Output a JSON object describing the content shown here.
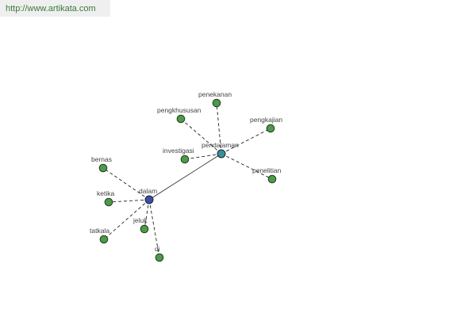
{
  "header": {
    "url_text": "http://www.artikata.com"
  },
  "colors": {
    "leaf_fill": "#4e9a4a",
    "leaf_stroke": "#1e3d1c",
    "dalam_fill": "#3b4f9c",
    "pendalaman_fill": "#3a8f96",
    "hub_stroke": "#1a2440",
    "edge": "#222222"
  },
  "graph": {
    "hubs": [
      {
        "id": "dalam",
        "label": "dalam",
        "color_key": "dalam_fill"
      },
      {
        "id": "pendalaman",
        "label": "pendalaman",
        "color_key": "pendalaman_fill"
      }
    ],
    "leaves": [
      {
        "id": "bernas",
        "label": "bernas",
        "hub": "dalam"
      },
      {
        "id": "ketika",
        "label": "ketika",
        "hub": "dalam"
      },
      {
        "id": "tatkala",
        "label": "tatkala",
        "hub": "dalam"
      },
      {
        "id": "jeluk",
        "label": "jeluk",
        "hub": "dalam"
      },
      {
        "id": "di",
        "label": "di",
        "hub": "dalam"
      },
      {
        "id": "investigasi",
        "label": "investigasi",
        "hub": "pendalaman"
      },
      {
        "id": "pengkhususan",
        "label": "pengkhususan",
        "hub": "pendalaman"
      },
      {
        "id": "penekanan",
        "label": "penekanan",
        "hub": "pendalaman"
      },
      {
        "id": "pengkajian",
        "label": "pengkajian",
        "hub": "pendalaman"
      },
      {
        "id": "penelitian",
        "label": "penelitian",
        "hub": "pendalaman"
      }
    ],
    "hub_link": [
      "dalam",
      "pendalaman"
    ]
  }
}
